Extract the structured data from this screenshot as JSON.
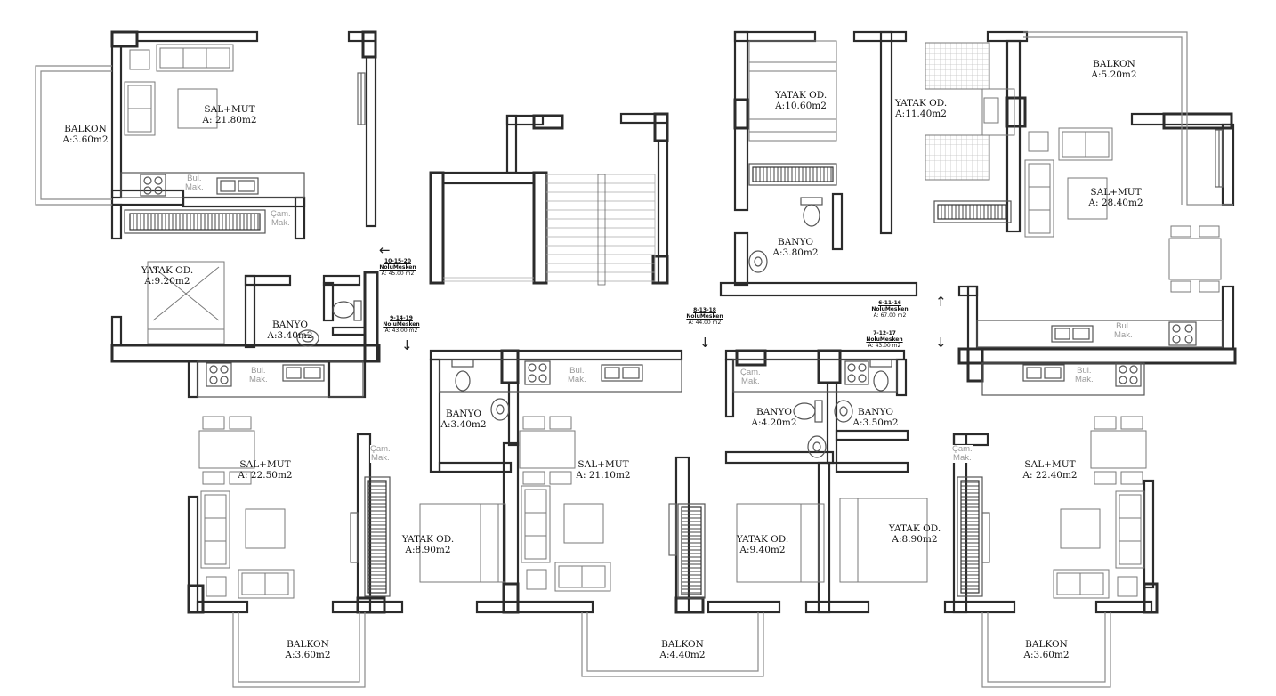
{
  "rooms": [
    {
      "key": "balkon_tl",
      "name": "BALKON",
      "area": "A:3.60m2"
    },
    {
      "key": "salmut_tl",
      "name": "SAL+MUT",
      "area": "A: 21.80m2"
    },
    {
      "key": "yatak_ml",
      "name": "YATAK OD.",
      "area": "A:9.20m2"
    },
    {
      "key": "banyo_ml",
      "name": "BANYO",
      "area": "A:3.40m2"
    },
    {
      "key": "yatak_tr1",
      "name": "YATAK OD.",
      "area": "A:10.60m2"
    },
    {
      "key": "yatak_tr2",
      "name": "YATAK OD.",
      "area": "A:11.40m2"
    },
    {
      "key": "balkon_tr",
      "name": "BALKON",
      "area": "A:5.20m2"
    },
    {
      "key": "salmut_tr",
      "name": "SAL+MUT",
      "area": "A: 28.40m2"
    },
    {
      "key": "banyo_tr",
      "name": "BANYO",
      "area": "A:3.80m2"
    },
    {
      "key": "banyo_bl2",
      "name": "BANYO",
      "area": "A:3.40m2"
    },
    {
      "key": "salmut_bl",
      "name": "SAL+MUT",
      "area": "A: 22.50m2"
    },
    {
      "key": "salmut_bm",
      "name": "SAL+MUT",
      "area": "A: 21.10m2"
    },
    {
      "key": "yatak_bm",
      "name": "YATAK OD.",
      "area": "A:8.90m2"
    },
    {
      "key": "banyo_b3",
      "name": "BANYO",
      "area": "A:4.20m2"
    },
    {
      "key": "banyo_b4",
      "name": "BANYO",
      "area": "A:3.50m2"
    },
    {
      "key": "yatak_b3",
      "name": "YATAK OD.",
      "area": "A:9.40m2"
    },
    {
      "key": "yatak_b4",
      "name": "YATAK OD.",
      "area": "A:8.90m2"
    },
    {
      "key": "salmut_br",
      "name": "SAL+MUT",
      "area": "A: 22.40m2"
    },
    {
      "key": "balkon_bl",
      "name": "BALKON",
      "area": "A:3.60m2"
    },
    {
      "key": "balkon_bm",
      "name": "BALKON",
      "area": "A:4.40m2"
    },
    {
      "key": "balkon_br",
      "name": "BALKON",
      "area": "A:3.60m2"
    }
  ],
  "apartments": [
    {
      "key": "a1",
      "numbers": "10-15-20",
      "label": "NoluMesken",
      "area": "A: 45.00 m2"
    },
    {
      "key": "a2",
      "numbers": "9-14-19",
      "label": "NoluMesken",
      "area": "A: 43.00 m2"
    },
    {
      "key": "a3",
      "numbers": "8-13-18",
      "label": "NoluMesken",
      "area": "A: 44.00 m2"
    },
    {
      "key": "a4",
      "numbers": "6-11-16",
      "label": "NoluMesken",
      "area": "A: 67.00 m2"
    },
    {
      "key": "a5",
      "numbers": "7-12-17",
      "label": "NoluMesken",
      "area": "A: 43.00 m2"
    }
  ],
  "appliances": {
    "bul": [
      "Bul.",
      "Mak."
    ],
    "cam": [
      "Çam.",
      "Mak."
    ]
  },
  "arrows": {
    "left": "←",
    "down": "↓",
    "up": "↑"
  },
  "colors": {
    "wall": "#333333",
    "light": "#8f8f8f",
    "furniture": "#777777",
    "grid": "#c4c4c4"
  }
}
